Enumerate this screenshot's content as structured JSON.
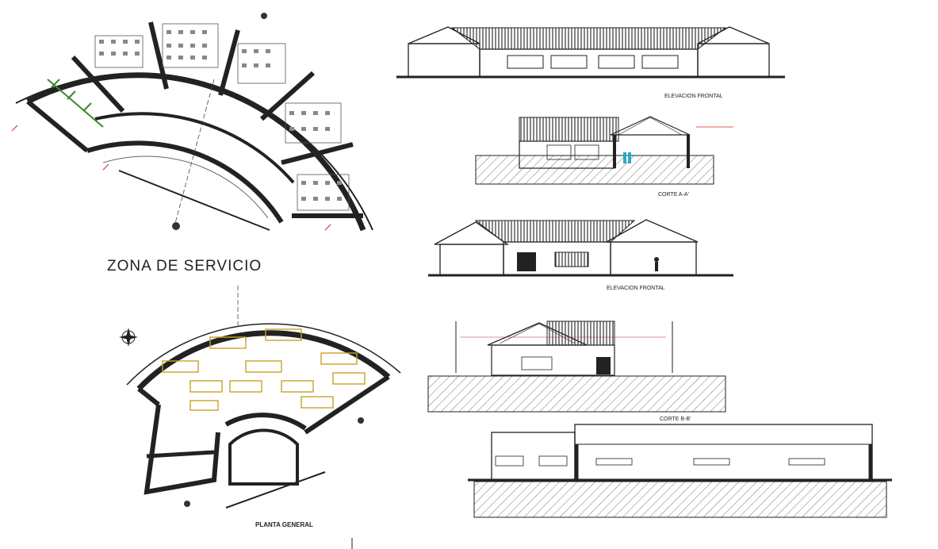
{
  "titles": {
    "zona_servicio": "ZONA DE SERVICIO",
    "planta_general": "PLANTA GENERAL"
  },
  "elevations": {
    "elevacion_frontal_1": "ELEVACION FRONTAL",
    "corte_aa": "CORTE A-A'",
    "elevacion_frontal_2": "ELEVACION FRONTAL",
    "corte_bb": "CORTE B-B'"
  },
  "colors": {
    "wall": "#222222",
    "hatch": "#555555",
    "furniture_yellow": "#c9a227",
    "planter_green": "#3a8a2a",
    "dimension_red": "#d02020",
    "accent_cyan": "#2aa8c8"
  },
  "icons": {
    "north_arrow": "compass-rose-icon",
    "tree": "tree-symbol-icon",
    "human_figure": "person-silhouette-icon"
  }
}
